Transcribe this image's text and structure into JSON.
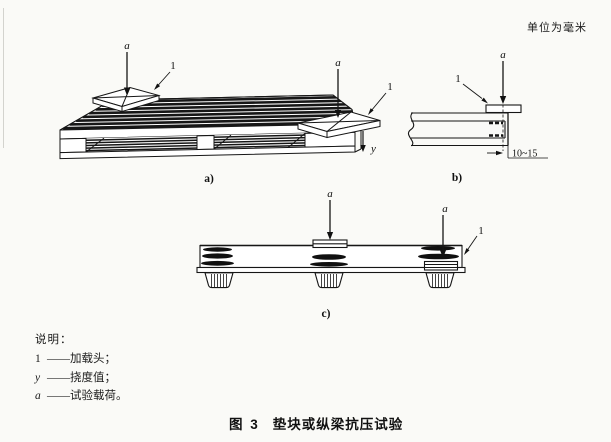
{
  "unit_note": "单位为毫米",
  "symbols": {
    "load": "a",
    "head": "1",
    "deflection": "y"
  },
  "figures": {
    "a": {
      "tag": "a)"
    },
    "b": {
      "tag": "b)",
      "dimension": "10~15"
    },
    "c": {
      "tag": "c)"
    }
  },
  "legend": {
    "title": "说明：",
    "items": [
      {
        "symbol": "1",
        "separator": "——",
        "text": "加载头；"
      },
      {
        "symbol": "y",
        "separator": "——",
        "text": "挠度值；"
      },
      {
        "symbol": "a",
        "separator": "——",
        "text": "试验载荷。"
      }
    ]
  },
  "caption": {
    "fig_no": "图 3",
    "title": "垫块或纵梁抗压试验"
  }
}
